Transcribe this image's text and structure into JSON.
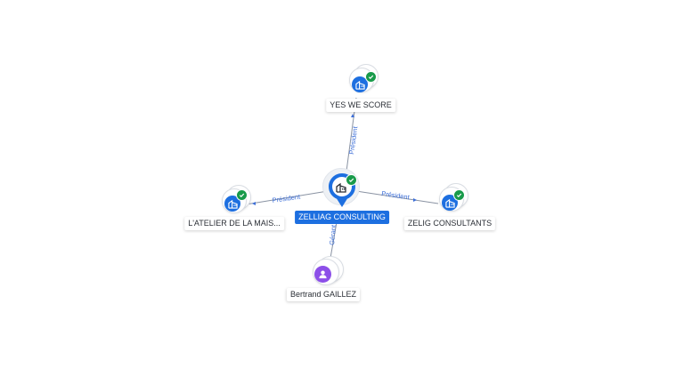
{
  "graph": {
    "center": {
      "name": "ZELLIAG CONSULTING",
      "icon": "building-icon",
      "status": "verified-check-icon"
    },
    "nodes": [
      {
        "id": "yes-we-score",
        "name": "YES WE SCORE",
        "type": "company",
        "icon": "building-icon",
        "verified": true
      },
      {
        "id": "atelier",
        "name": "L'ATELIER DE LA MAIS...",
        "type": "company",
        "icon": "building-icon",
        "verified": true
      },
      {
        "id": "zelig",
        "name": "ZELIG CONSULTANTS",
        "type": "company",
        "icon": "building-icon",
        "verified": true
      },
      {
        "id": "bertrand",
        "name": "Bertrand GAILLEZ",
        "type": "person",
        "icon": "person-icon",
        "verified": false
      }
    ],
    "edges": [
      {
        "to": "yes-we-score",
        "label": "Président"
      },
      {
        "to": "atelier",
        "label": "Président"
      },
      {
        "to": "zelig",
        "label": "Président"
      },
      {
        "to": "bertrand",
        "label": "Gérant"
      }
    ]
  },
  "colors": {
    "company": "#1d6fe0",
    "person": "#8c4fe8",
    "verified": "#189a4a",
    "edge": "#8a93a3",
    "edge_label": "#3d6fd8"
  }
}
